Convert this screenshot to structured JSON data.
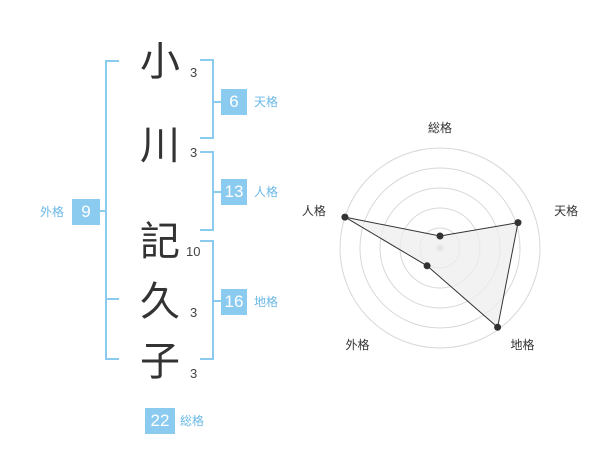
{
  "name": {
    "chars": [
      {
        "char": "小",
        "strokes": "3"
      },
      {
        "char": "川",
        "strokes": "3"
      },
      {
        "char": "記",
        "strokes": "10"
      },
      {
        "char": "久",
        "strokes": "3"
      },
      {
        "char": "子",
        "strokes": "3"
      }
    ]
  },
  "fortunes": {
    "tenkaku": {
      "label": "天格",
      "value": "6"
    },
    "jinkaku": {
      "label": "人格",
      "value": "13"
    },
    "chikaku": {
      "label": "地格",
      "value": "16"
    },
    "gaikaku": {
      "label": "外格",
      "value": "9"
    },
    "soukaku": {
      "label": "総格",
      "value": "22"
    }
  },
  "colors": {
    "accent": "#8ccbf0",
    "accent_text": "#6ab8e6",
    "radar_fill": "#eeeeee",
    "radar_stroke": "#333333"
  },
  "chart_data": {
    "type": "radar",
    "axes": [
      "総格",
      "天格",
      "地格",
      "外格",
      "人格"
    ],
    "values": [
      0.12,
      0.82,
      0.98,
      0.22,
      1.0
    ],
    "range": [
      0,
      1
    ],
    "rings": 5
  }
}
